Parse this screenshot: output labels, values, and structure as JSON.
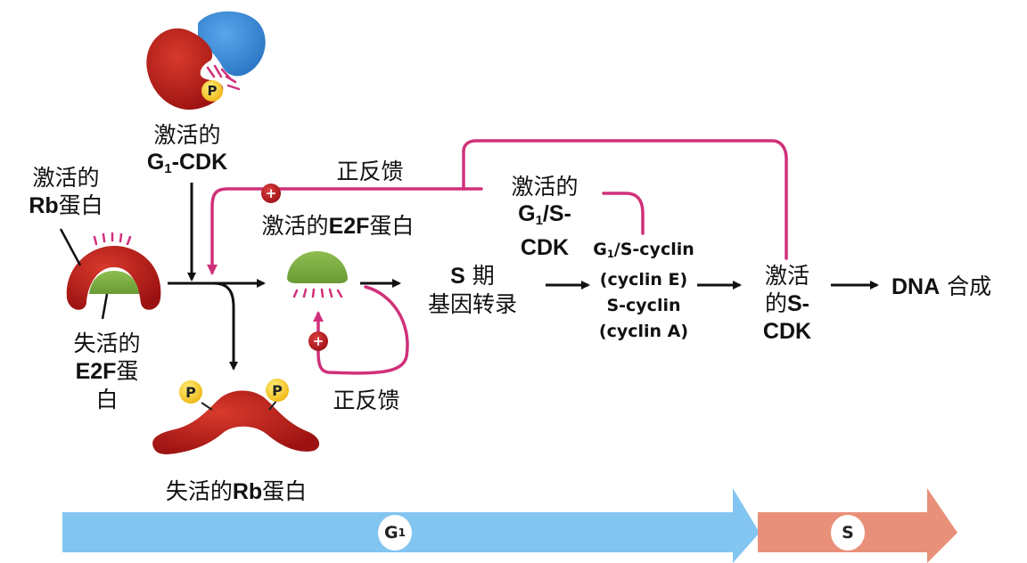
{
  "title": "Rb-E2F 蛋白介导的 G1 期向 S 期转换",
  "colors": {
    "feedback_line": "#d0307a",
    "arrow": "#111111",
    "cdk_red": "#b81c1c",
    "cyclin_blue": "#3c8ddc",
    "e2f_green": "#7fae45",
    "phosphate_yellow": "#f5cf2b",
    "plus_badge": "#b8181e",
    "g1_bar": "#83c5f1",
    "s_bar": "#e9907a"
  },
  "labels": {
    "active_g1cdk_line1": "激活的",
    "active_g1cdk_g": "G",
    "active_g1cdk_sub": "1",
    "active_g1cdk_rest": "-CDK",
    "active_rb_line1": "激活的",
    "active_rb_bold": "Rb",
    "active_rb_rest": "蛋白",
    "inactive_e2f_line1": "失活的",
    "inactive_e2f_bold": "E2F",
    "inactive_e2f_rest": "蛋",
    "inactive_e2f_line3": "白",
    "feedback_top": "正反馈",
    "active_e2f_prefix": "激活的",
    "active_e2f_bold": "E2F",
    "active_e2f_suffix": "蛋白",
    "s_phase_line1_bold": "S",
    "s_phase_line1_rest": " 期",
    "s_phase_line2": "基因转录",
    "active_g1s_line1": "激活的",
    "active_g1s_g": "G",
    "active_g1s_sub": "1",
    "active_g1s_rest": "/S-",
    "active_g1s_line3": "CDK",
    "cyclin_g": "G",
    "cyclin_sub": "1",
    "cyclin_line1_rest": "/S-cyclin",
    "cyclin_line2": "(cyclin E)",
    "cyclin_line3": "S-cyclin",
    "cyclin_line4": "(cyclin A)",
    "active_scdk_line1": "激活",
    "active_scdk_line2_prefix": "的",
    "active_scdk_line2_bold": "S-",
    "active_scdk_line3": "CDK",
    "dna_bold": "DNA",
    "dna_rest": " 合成",
    "feedback_bottom": "正反馈",
    "inactive_rb_prefix": "失活的",
    "inactive_rb_bold": "Rb",
    "inactive_rb_suffix": "蛋白"
  },
  "glyphs": {
    "phosphate": "P",
    "plus": "+"
  },
  "phases": {
    "g1_label": "G",
    "g1_sub": "1",
    "s_label": "S"
  }
}
